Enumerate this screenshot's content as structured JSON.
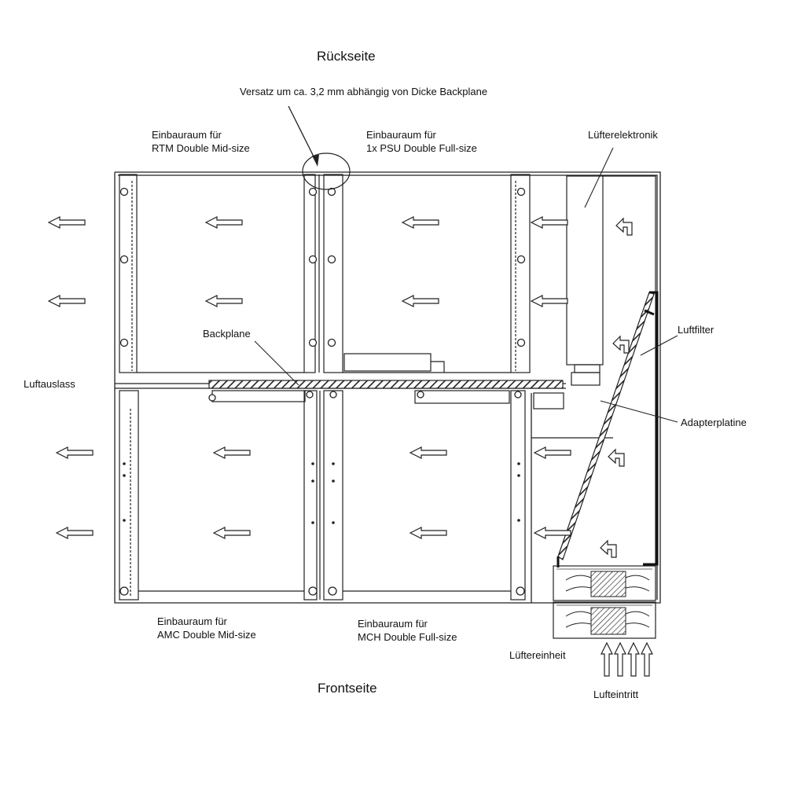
{
  "labels": {
    "rear": "Rückseite",
    "front": "Frontseite",
    "offset_note": "Versatz um ca. 3,2 mm abhängig von Dicke Backplane",
    "rtm_line1": "Einbauraum für",
    "rtm_line2": "RTM Double Mid-size",
    "psu_line1": "Einbauraum für",
    "psu_line2": "1x PSU Double Full-size",
    "fan_electronics": "Lüfterelektronik",
    "air_filter": "Luftfilter",
    "backplane": "Backplane",
    "air_outlet": "Luftauslass",
    "adapter_board": "Adapterplatine",
    "amc_line1": "Einbauraum für",
    "amc_line2": "AMC Double Mid-size",
    "mch_line1": "Einbauraum für",
    "mch_line2": "MCH Double Full-size",
    "fan_unit": "Lüftereinheit",
    "air_inlet": "Lufteintritt"
  },
  "colors": {
    "line": "#222222",
    "light_line": "#9a9a9a",
    "hatch": "#333333"
  },
  "icons": [
    "left-arrow-icon",
    "corner-up-arrow-icon",
    "up-arrow-icon",
    "fan-icon"
  ]
}
